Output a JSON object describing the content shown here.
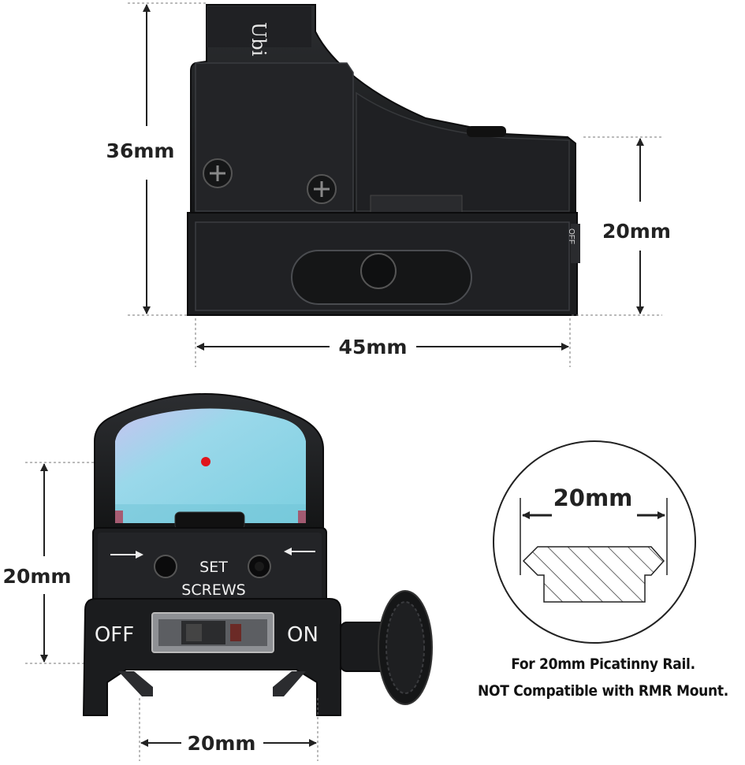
{
  "side_view": {
    "height_label": "36mm",
    "rail_height_label": "20mm",
    "length_label": "45mm",
    "brand_text": "Ubi",
    "off_text": "OFF"
  },
  "front_view": {
    "window_height_label": "20mm",
    "base_width_label": "20mm",
    "set_label": "SET",
    "screws_label": "SCREWS",
    "off_label": "OFF",
    "on_label": "ON"
  },
  "rail_profile": {
    "width_label": "20mm"
  },
  "caption": {
    "line1": "For 20mm Picatinny Rail.",
    "line2": "NOT Compatible with RMR Mount."
  },
  "colors": {
    "body": "#1b1c1e",
    "body_highlight": "#3a3c40",
    "lens": "#8fd6e6",
    "reticle": "#e0141c",
    "dimension_line": "#222222"
  }
}
